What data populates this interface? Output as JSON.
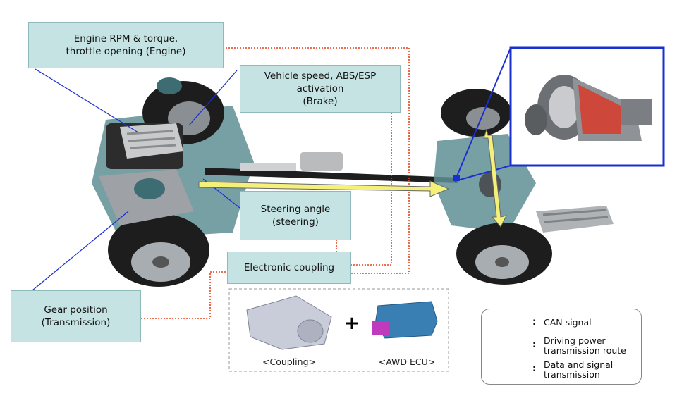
{
  "callouts": {
    "engine": [
      "Engine RPM & torque,",
      "throttle opening (Engine)"
    ],
    "brake": [
      "Vehicle speed, ABS/ESP activation",
      "(Brake)"
    ],
    "steering": [
      "Steering angle",
      "(steering)"
    ],
    "coupling": [
      "Electronic coupling"
    ],
    "gear": [
      "Gear position",
      "(Transmission)"
    ]
  },
  "components": {
    "coupling_label": "<Coupling>",
    "plus": "+",
    "ecu_label": "<AWD ECU>"
  },
  "legend": {
    "can_signal": "CAN signal",
    "driving_power": [
      "Driving power",
      "transmission route"
    ],
    "data_signal": [
      "Data and signal",
      "transmission"
    ],
    "colon": ":"
  },
  "colors": {
    "callout_fill": "#c6e3e4",
    "can_signal": "#1a2fd0",
    "power_arrow": "#f5f07a",
    "signal_line": "#e8401c",
    "chassis": "#4b8a8f"
  }
}
